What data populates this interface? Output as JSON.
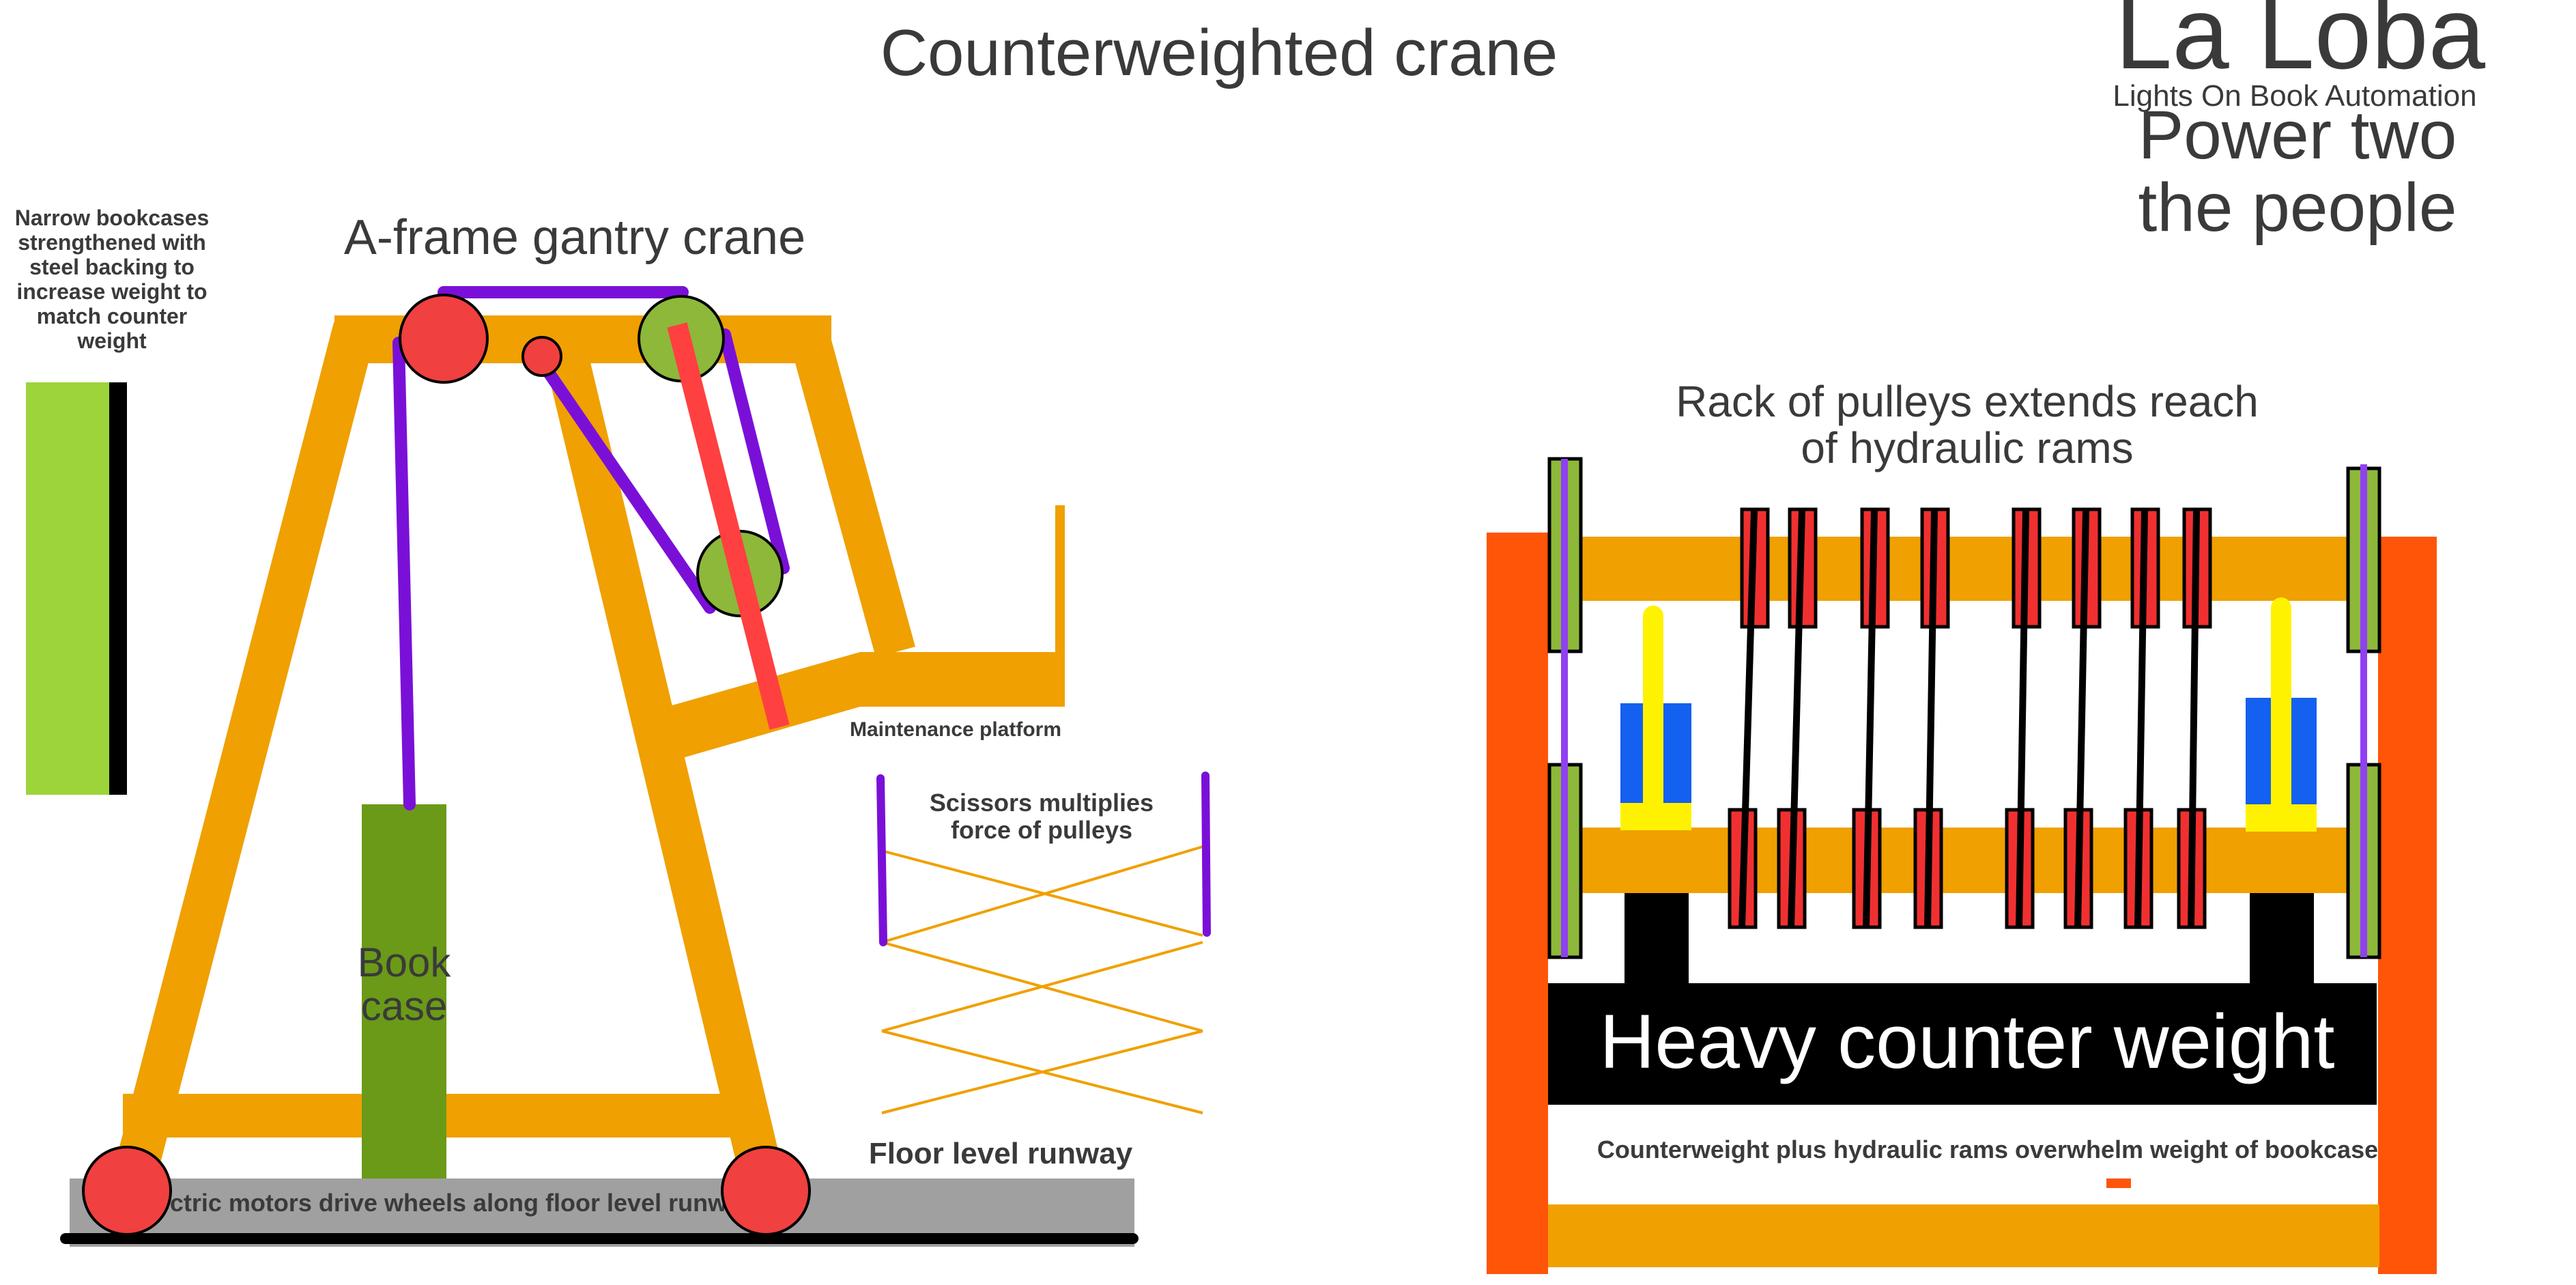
{
  "title": "Counterweighted  crane",
  "brand": {
    "name": "La Loba",
    "tagline": "Lights On Book Automation",
    "slogan_line1": "Power two",
    "slogan_line2": "the people"
  },
  "left": {
    "bookcase_note": [
      "Narrow bookcases",
      "strengthened with",
      "steel backing to",
      "increase weight to",
      "match counter",
      "weight"
    ],
    "gantry_label": "A-frame gantry crane",
    "bookcase_label_line1": "Book",
    "bookcase_label_line2": "case",
    "platform_label": "Maintenance platform",
    "scissors_label_line1": "Scissors multiplies",
    "scissors_label_line2": "force of pulleys",
    "runway_label": "Floor level runway",
    "wheels_label": "Electric motors drive wheels along floor level runway"
  },
  "right": {
    "rack_label_line1": "Rack of pulleys  extends reach",
    "rack_label_line2": "of hydraulic rams",
    "counterweight_label": "Heavy counter weight",
    "caption": "Counterweight plus hydraulic rams overwhelm weight of bookcase"
  },
  "colors": {
    "frame": "#F0A000",
    "cable": "#7A10D8",
    "wheel": "#F04040",
    "pulley_green": "#8DB83A",
    "arm_red": "#FF4040",
    "bookcase_green": "#6A9A18",
    "panel_green": "#9CD43A",
    "runway_gray": "#A0A0A0",
    "post_orange": "#FF5508",
    "ram_blue": "#1460F0",
    "ram_yellow": "#FFF200",
    "block_black": "#000000",
    "text_dark": "#3a3a3a"
  }
}
